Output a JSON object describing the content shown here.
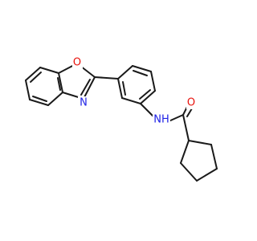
{
  "molecule": {
    "colors": {
      "bond": "#1a1a1a",
      "oxygen": "#e8120c",
      "nitrogen": "#1f22e6",
      "background": "#ffffff"
    },
    "atom_labels": {
      "ring_oxygen": "O",
      "ring_nitrogen": "N",
      "amide_nitrogen": "NH",
      "carbonyl_oxygen": "O"
    }
  }
}
